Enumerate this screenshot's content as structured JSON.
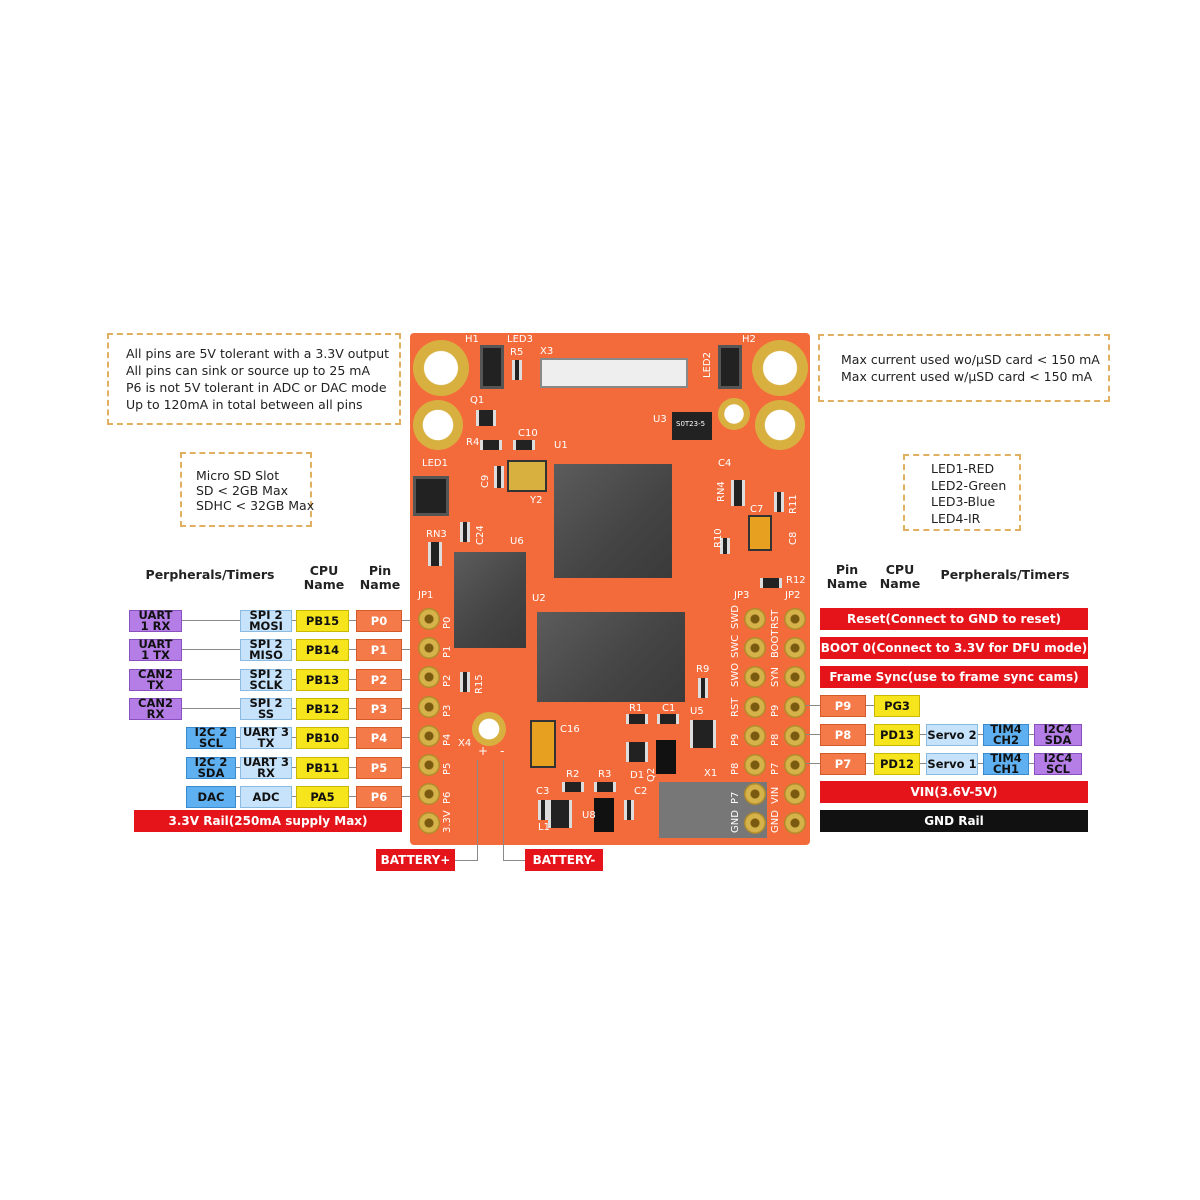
{
  "notes": {
    "pins": [
      "All pins are 5V tolerant with a 3.3V output",
      "All pins can sink or source up to 25 mA",
      "P6 is not 5V tolerant in ADC or DAC mode",
      "Up to 120mA in total between all pins"
    ],
    "current": [
      "Max current used wo/μSD card < 150 mA",
      "Max current used w/μSD card < 150 mA"
    ],
    "sd": [
      "Micro SD Slot",
      "SD < 2GB Max",
      "SDHC < 32GB Max"
    ],
    "leds": [
      "LED1-RED",
      "LED2-Green",
      "LED3-Blue",
      "LED4-IR"
    ]
  },
  "headers": {
    "left_periph": "Perpherals/Timers",
    "left_cpu": "CPU\nName",
    "left_pin": "Pin\nName",
    "right_pin": "Pin\nName",
    "right_cpu": "CPU\nName",
    "right_periph": "Perpherals/Timers"
  },
  "left_rows": [
    {
      "ext": "UART\n1 RX",
      "ext_color": "purple",
      "periph": "SPI 2\nMOSI",
      "cpu": "PB15",
      "pin": "P0"
    },
    {
      "ext": "UART\n1 TX",
      "ext_color": "purple",
      "periph": "SPI 2\nMISO",
      "cpu": "PB14",
      "pin": "P1"
    },
    {
      "ext": "CAN2\nTX",
      "ext_color": "purple",
      "periph": "SPI 2\nSCLK",
      "cpu": "PB13",
      "pin": "P2"
    },
    {
      "ext": "CAN2\nRX",
      "ext_color": "purple",
      "periph": "SPI 2\nSS",
      "cpu": "PB12",
      "pin": "P3"
    },
    {
      "ext": "I2C 2\nSCL",
      "ext_color": "blue",
      "periph": "UART 3\nTX",
      "cpu": "PB10",
      "pin": "P4"
    },
    {
      "ext": "I2C 2\nSDA",
      "ext_color": "blue",
      "periph": "UART 3\nRX",
      "cpu": "PB11",
      "pin": "P5"
    },
    {
      "ext": "DAC",
      "ext_color": "blue",
      "periph": "ADC",
      "cpu": "PA5",
      "pin": "P6"
    }
  ],
  "left_rail": "3.3V Rail(250mA supply Max)",
  "battery_plus": "BATTERY+",
  "battery_minus": "BATTERY-",
  "right_bars": [
    "Reset(Connect to GND to reset)",
    "BOOT 0(Connect to 3.3V for DFU mode)",
    "Frame Sync(use to frame sync cams)"
  ],
  "right_rows": [
    {
      "pin": "P9",
      "cpu": "PG3"
    },
    {
      "pin": "P8",
      "cpu": "PD13",
      "servo": "Servo 2",
      "tim": "TIM4\nCH2",
      "i2c": "I2C4\nSDA"
    },
    {
      "pin": "P7",
      "cpu": "PD12",
      "servo": "Servo 1",
      "tim": "TIM4\nCH1",
      "i2c": "I2C4\nSCL"
    }
  ],
  "vin": "VIN(3.6V-5V)",
  "gnd": "GND Rail",
  "board": {
    "h1": "H1",
    "h2": "H2",
    "led1": "LED1",
    "led2": "LED2",
    "led3": "LED3",
    "r5": "R5",
    "x3": "X3",
    "q1": "Q1",
    "r4": "R4",
    "c10": "C10",
    "u1": "U1",
    "u3": "U3",
    "c4": "C4",
    "c9": "C9",
    "y2": "Y2",
    "rn4": "RN4",
    "r11": "R11",
    "c7": "C7",
    "c8": "C8",
    "r10": "R10",
    "rn3": "RN3",
    "c24": "C24",
    "u6": "U6",
    "jp1": "JP1",
    "u2": "U2",
    "jp3": "JP3",
    "jp2": "JP2",
    "r12": "R12",
    "r9": "R9",
    "r15": "R15",
    "r1": "R1",
    "c1": "C1",
    "u5": "U5",
    "c16": "C16",
    "x4": "X4",
    "r2": "R2",
    "r3": "R3",
    "d1": "D1",
    "q2": "Q2",
    "x1": "X1",
    "c3": "C3",
    "l1": "L1",
    "u8": "U8",
    "c2": "C2",
    "u3chip": "S0T23-5",
    "jp1_pins": [
      "P0",
      "P1",
      "P2",
      "P3",
      "P4",
      "P5",
      "P6",
      "3.3V"
    ],
    "jp3_pins": [
      "SWD",
      "SWC",
      "SWO",
      "RST",
      "P9",
      "P8",
      "P7",
      "GND"
    ],
    "jp2_pins": [
      "RST",
      "BOOT",
      "SYN",
      "P9",
      "P8",
      "P7",
      "VIN",
      "GND"
    ],
    "plus": "+",
    "minus": "-"
  },
  "colors": {
    "board": "#f36b3b",
    "red_bar": "#e5141b",
    "yellow": "#f6e51c",
    "purple": "#b57ee6",
    "blue": "#5fb0f0",
    "light_blue": "#c6e3fb",
    "orange": "#f47a4a"
  }
}
